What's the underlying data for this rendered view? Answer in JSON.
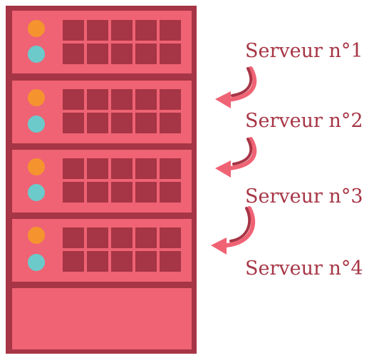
{
  "servers": [
    {
      "label": "Serveur n°1"
    },
    {
      "label": "Serveur n°2"
    },
    {
      "label": "Serveur n°3"
    },
    {
      "label": "Serveur n°4"
    }
  ],
  "colors": {
    "rack_frame": "#a63545",
    "unit_fill": "#ef6374",
    "grid_cell": "#a63545",
    "led_orange": "#f5942e",
    "led_teal": "#6ccaca",
    "arrow": "#ef6374",
    "label_text": "#a63545"
  },
  "icons": [
    "server-rack",
    "curved-arrow-icon"
  ]
}
